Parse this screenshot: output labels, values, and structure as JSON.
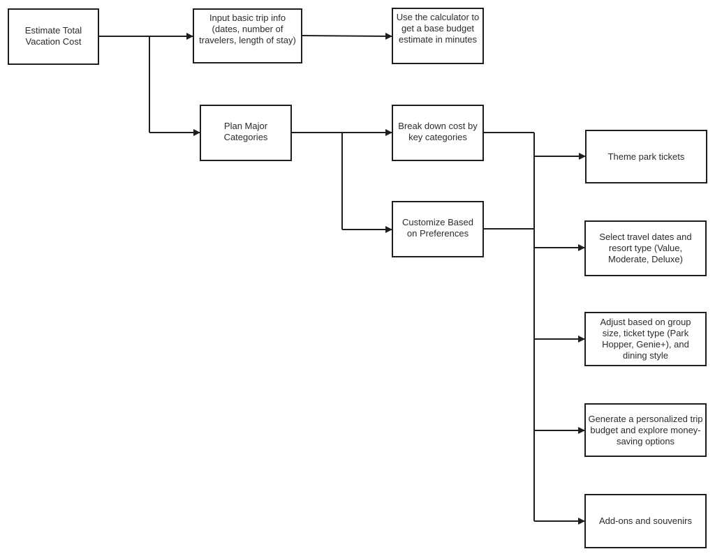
{
  "nodes": {
    "estimate_total": "Estimate Total Vacation Cost",
    "input_trip_info": "Input basic trip info (dates, number of travelers, length of stay)",
    "use_calculator": "Use the calculator to get a base budget estimate in minutes",
    "plan_major": "Plan Major Categories",
    "break_down": "Break down cost by key categories",
    "customize": "Customize Based on Preferences",
    "theme_park": "Theme park tickets",
    "select_travel": "Select travel dates and resort type (Value, Moderate, Deluxe)",
    "adjust_group": "Adjust based on group size, ticket type (Park Hopper, Genie+), and dining style",
    "generate_budget": "Generate a personalized trip budget and explore money-saving options",
    "add_ons": "Add-ons and souvenirs"
  },
  "colors": {
    "stroke": "#1e1e1e",
    "text": "#2b2b2b",
    "background": "#ffffff"
  }
}
